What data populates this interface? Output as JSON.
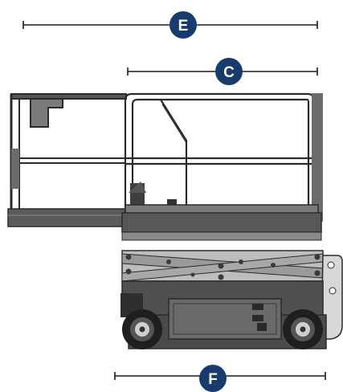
{
  "dimensions": [
    {
      "id": "E",
      "label": "E"
    },
    {
      "id": "C",
      "label": "C"
    },
    {
      "id": "F",
      "label": "F"
    }
  ],
  "colors": {
    "badge": "#173b6c",
    "badge_text": "#ffffff",
    "dimension_line": "#1a1a1a",
    "machine_dark": "#4a4a4a",
    "machine_mid": "#8c8c8c",
    "machine_light": "#c9c9c9",
    "outline": "#2b2b2b"
  }
}
